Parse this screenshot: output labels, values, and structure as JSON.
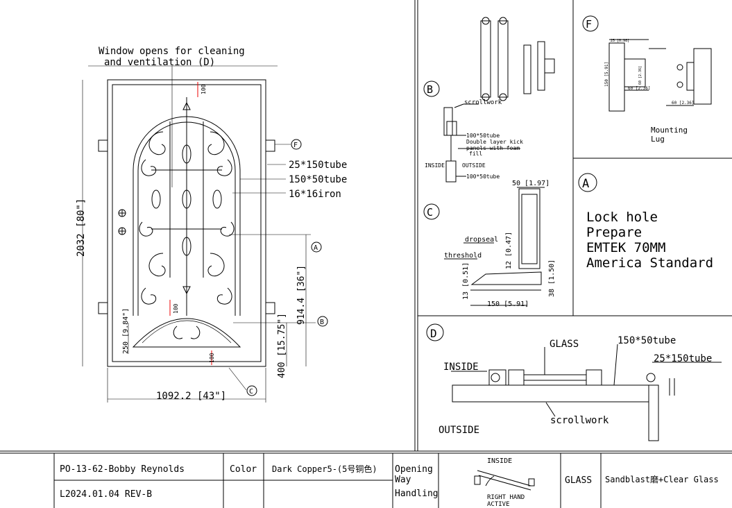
{
  "main_drawing": {
    "window_note_line1": "Window opens for cleaning",
    "window_note_line2": "and ventilation (D)",
    "label_25x150": "25*150tube",
    "label_150x50": "150*50tube",
    "label_16x16": "16*16iron",
    "dim_height": "2032 [80\"]",
    "dim_width": "1092.2 [43\"]",
    "dim_914": "914.4 [36\"]",
    "dim_400": "400 [15.75\"]",
    "dim_250": "250 [9.84\"]",
    "dim_100_top": "100",
    "dim_100_mid": "100",
    "dim_100_bottom": "100",
    "marker_a": "A",
    "marker_b": "B",
    "marker_c": "C",
    "marker_f": "F"
  },
  "detail_b": {
    "marker": "B",
    "scrollwork": "scrollwork",
    "tube_top": "100*50tube",
    "kick_line1": "Double layer kick",
    "kick_line2": "panels with foam",
    "kick_line3": "fill",
    "inside": "INSIDE",
    "outside": "OUTSIDE",
    "tube_bottom": "100*50tube"
  },
  "detail_f": {
    "marker": "F",
    "mounting_line1": "Mounting",
    "mounting_line2": "Lug",
    "dim_25": "25 [0.98]",
    "dim_60a": "60 [2.36]",
    "dim_60b": "60 [2.36]",
    "dim_60c": "60 [2.36]",
    "dim_150": "150 [5.91]"
  },
  "detail_c": {
    "marker": "C",
    "dim_50": "50 [1.97]",
    "dropseal": "dropseal",
    "threshold": "threshold",
    "dim_12": "12 [0.47]",
    "dim_38": "38 [1.50]",
    "dim_13": "13 [0.51]",
    "dim_150": "150 [5.91]"
  },
  "detail_a": {
    "marker": "A",
    "line1": "Lock hole",
    "line2": "Prepare",
    "line3": "EMTEK 70MM",
    "line4": "America Standard"
  },
  "detail_d": {
    "marker": "D",
    "glass": "GLASS",
    "tube_150x50": "150*50tube",
    "tube_25x150": "25*150tube",
    "inside": "INSIDE",
    "outside": "OUTSIDE",
    "scrollwork": "scrollwork"
  },
  "title_block": {
    "po": "PO-13-62-Bobby Reynolds",
    "revision": "L2024.01.04 REV-B",
    "color_label": "Color",
    "color_value": "Dark Copper5-(5号铜色)",
    "opening_line1": "Opening",
    "opening_line2": "Way",
    "opening_line3": "Handling",
    "handing_inside": "INSIDE",
    "handing_line1": "RIGHT HAND",
    "handing_line2": "ACTIVE",
    "glass_label": "GLASS",
    "glass_value": "Sandblast磨+Clear Glass"
  }
}
